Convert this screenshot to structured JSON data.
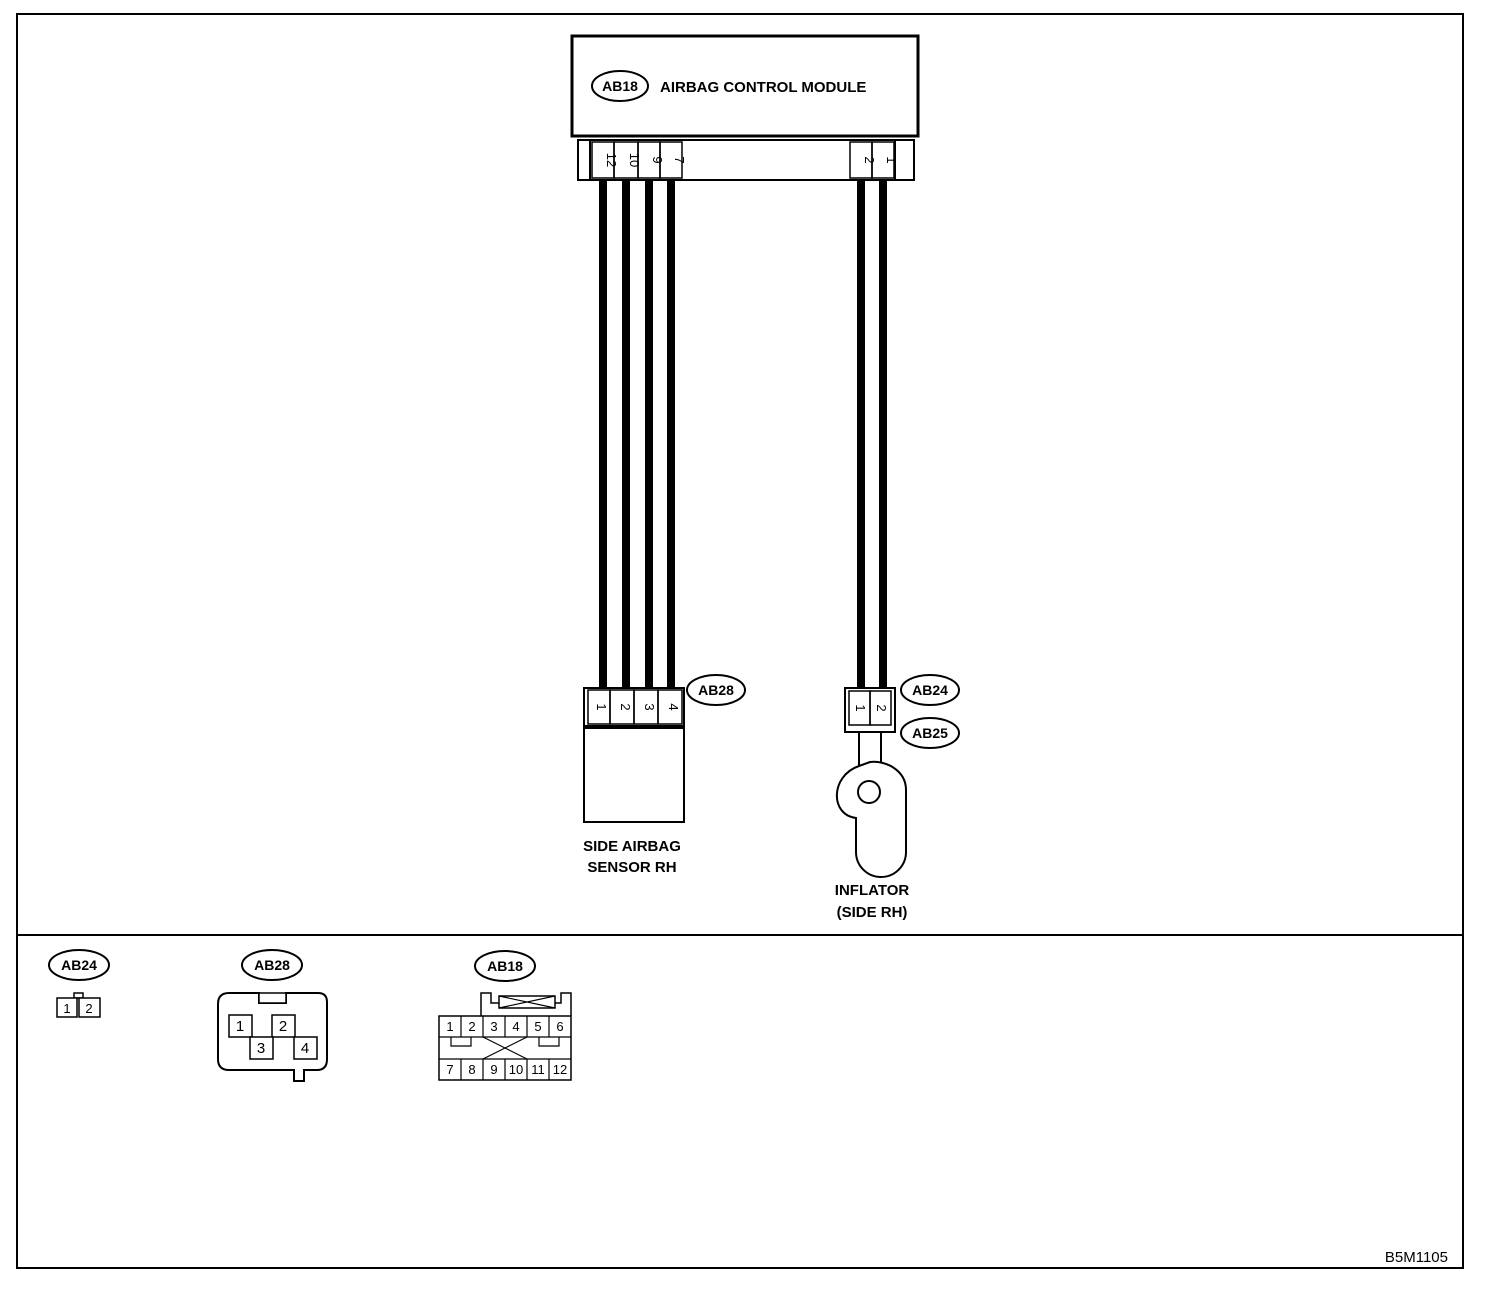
{
  "control_module": {
    "tag": "AB18",
    "name": "AIRBAG CONTROL MODULE",
    "pins": [
      "12",
      "10",
      "9",
      "7",
      "2",
      "1"
    ]
  },
  "side_sensor": {
    "tag": "AB28",
    "pins": [
      "1",
      "2",
      "3",
      "4"
    ],
    "label_line1": "SIDE AIRBAG",
    "label_line2": "SENSOR RH"
  },
  "inflator": {
    "tag_top": "AB24",
    "tag_bottom": "AB25",
    "pins": [
      "1",
      "2"
    ],
    "label_line1": "INFLATOR",
    "label_line2": "(SIDE RH)"
  },
  "connector_views": {
    "ab24": {
      "tag": "AB24",
      "pins": [
        "1",
        "2"
      ]
    },
    "ab28": {
      "tag": "AB28",
      "pins": [
        "1",
        "2",
        "3",
        "4"
      ]
    },
    "ab18": {
      "tag": "AB18",
      "pins": [
        "1",
        "2",
        "3",
        "4",
        "5",
        "6",
        "7",
        "8",
        "9",
        "10",
        "11",
        "12"
      ]
    }
  },
  "figure_code": "B5M1105"
}
